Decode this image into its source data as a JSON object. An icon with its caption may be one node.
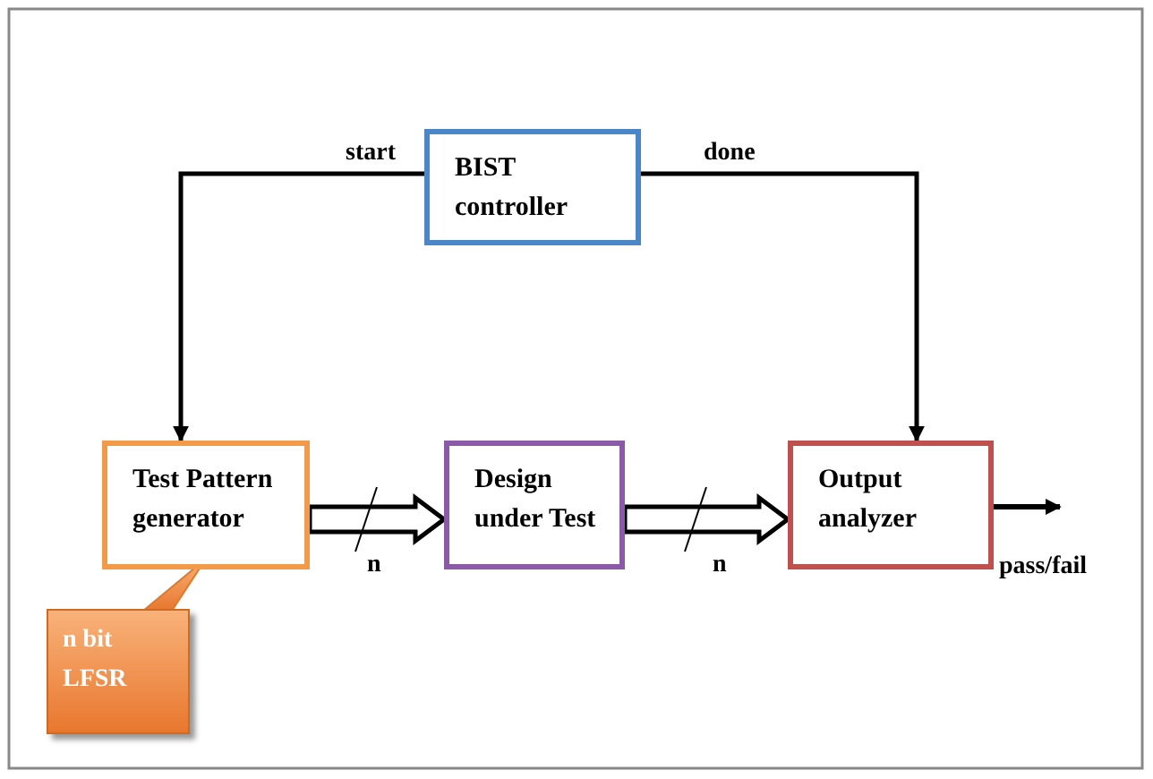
{
  "diagram": {
    "nodes": [
      {
        "text": [
          "BIST controller"
        ]
      },
      {
        "text": [
          "Test Pattern generator"
        ]
      },
      {
        "text": [
          "Design under Test"
        ]
      },
      {
        "text": [
          "Output analyzer"
        ]
      },
      {
        "text": [
          "n bit LFSR"
        ]
      }
    ],
    "edges": [
      {
        "from": 0,
        "to": 1,
        "arrow": "to",
        "label": "start"
      },
      {
        "from": 0,
        "to": 3,
        "arrow": "to",
        "label": "done"
      },
      {
        "from": 1,
        "to": 2,
        "arrow": "to",
        "style": "thick",
        "label": "n"
      },
      {
        "from": 2,
        "to": 3,
        "arrow": "to",
        "style": "thick",
        "label": "n"
      },
      {
        "from": 3,
        "to": null,
        "arrow": "to",
        "label": "pass/fail"
      },
      {
        "from": 4,
        "to": 1,
        "arrow": "none",
        "color": "#e07a2a"
      }
    ]
  }
}
